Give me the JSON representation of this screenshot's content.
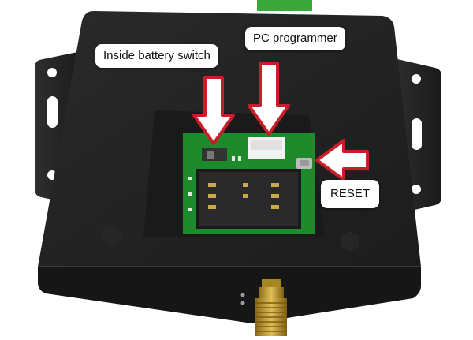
{
  "labels": {
    "battery_switch": "Inside battery switch",
    "pc_programmer": "PC programmer",
    "reset": "RESET"
  },
  "colors": {
    "enclosure": "#232323",
    "pcb": "#1f8a2b",
    "arrow": "#c81e2a",
    "sma_gold": "#c9a227"
  }
}
